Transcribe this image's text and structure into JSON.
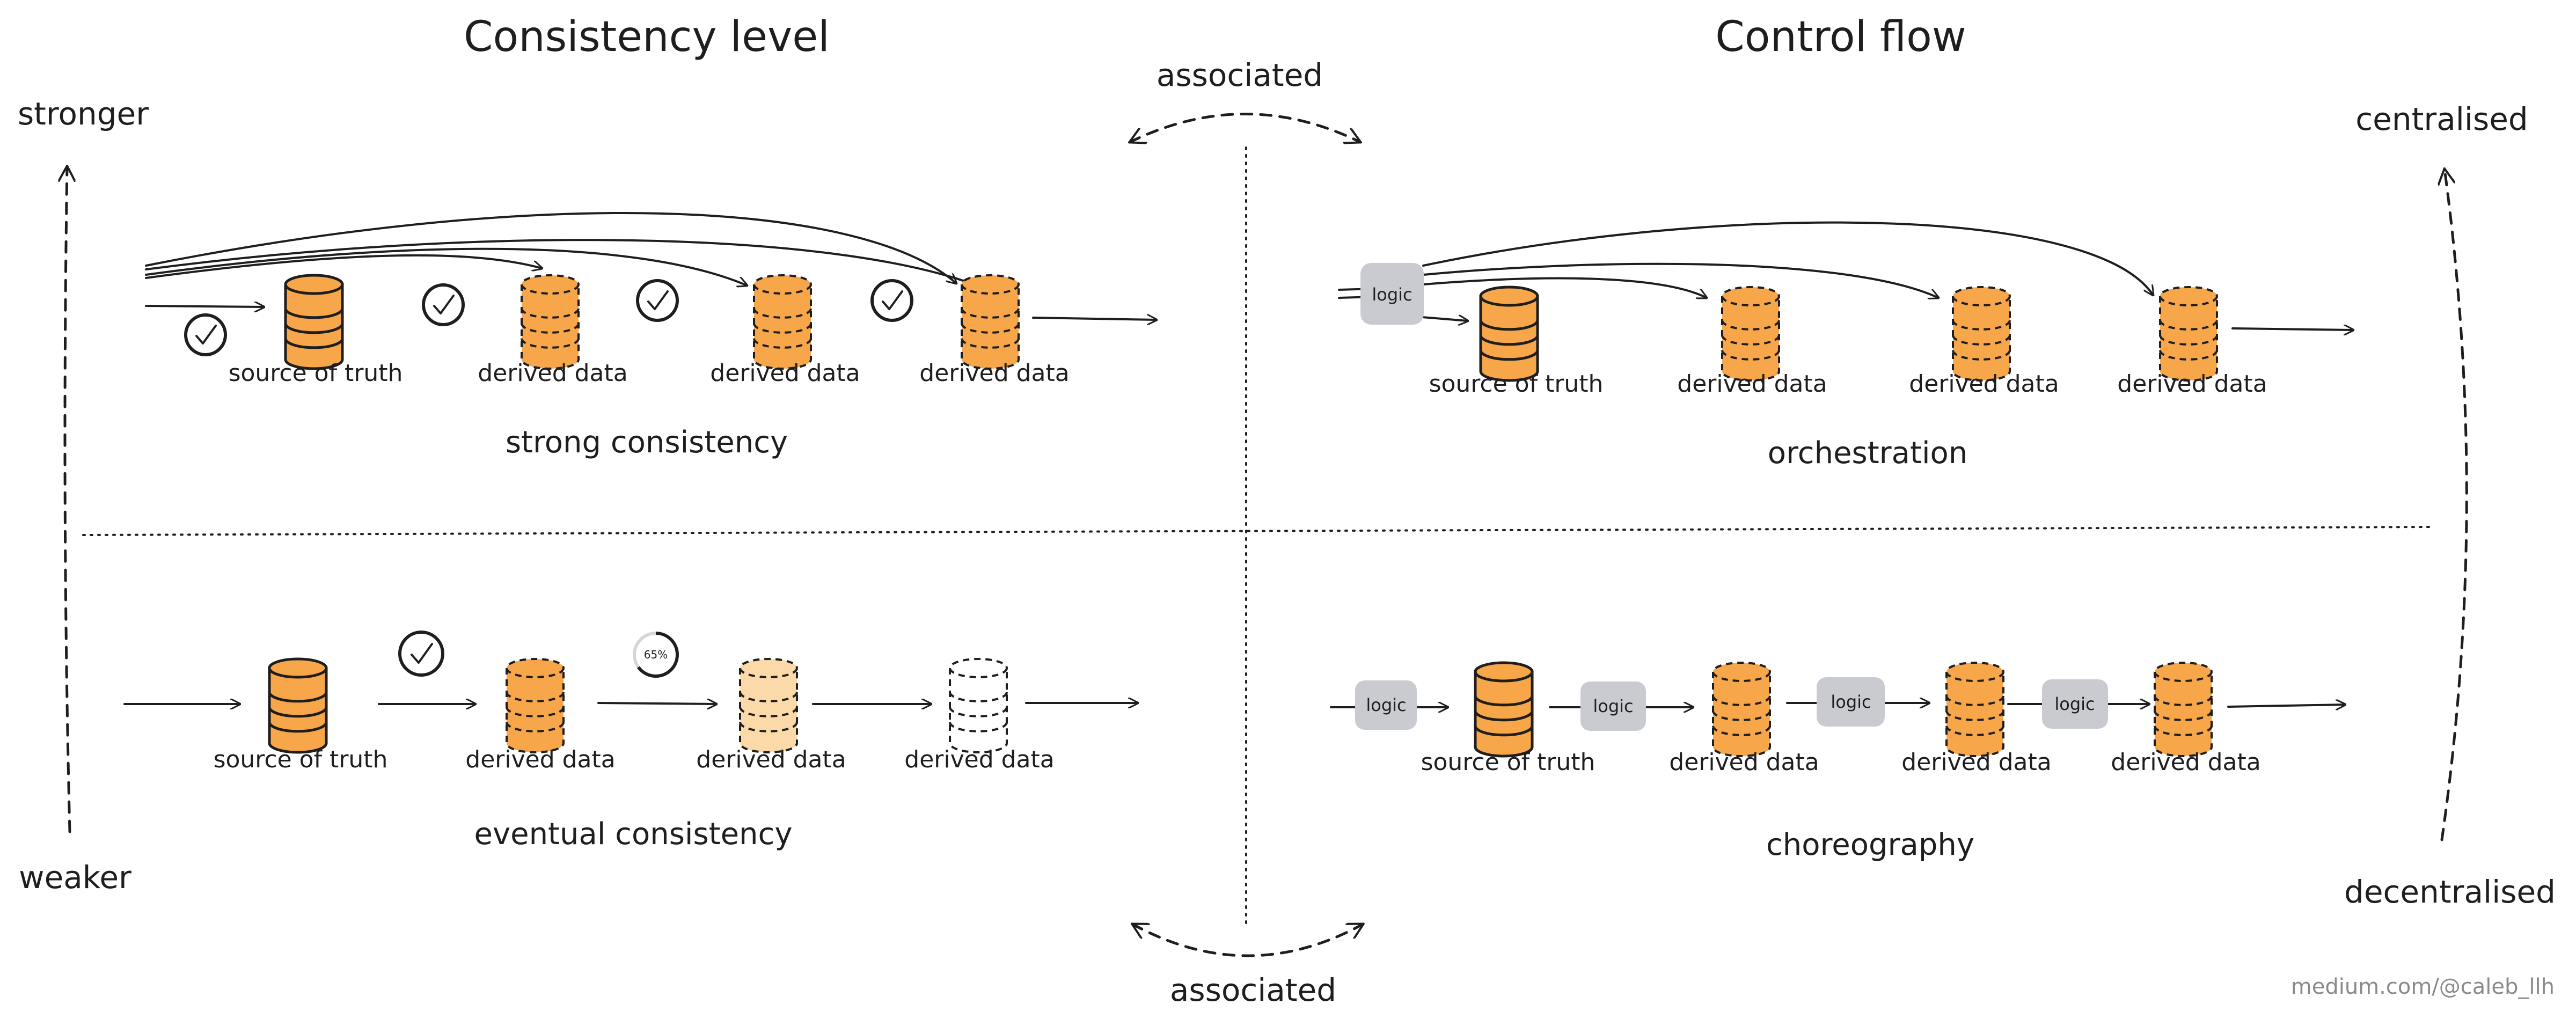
{
  "titles": {
    "left": "Consistency level",
    "right": "Control flow"
  },
  "axis_labels": {
    "stronger": "stronger",
    "weaker": "weaker",
    "centralised": "centralised",
    "decentralised": "decentralised",
    "associated_top": "associated",
    "associated_bottom": "associated"
  },
  "quadrants": {
    "strong": {
      "caption": "strong consistency",
      "nodes": [
        {
          "label": "source of truth",
          "style": "solid"
        },
        {
          "label": "derived data",
          "style": "dashed"
        },
        {
          "label": "derived data",
          "style": "dashed"
        },
        {
          "label": "derived data",
          "style": "dashed"
        }
      ]
    },
    "eventual": {
      "caption": "eventual consistency",
      "progress_label": "65%",
      "progress_value": 0.65,
      "nodes": [
        {
          "label": "source of truth",
          "style": "solid"
        },
        {
          "label": "derived data",
          "style": "dashed"
        },
        {
          "label": "derived data",
          "style": "light"
        },
        {
          "label": "derived data",
          "style": "empty"
        }
      ]
    },
    "orchestration": {
      "caption": "orchestration",
      "logic_label": "logic",
      "nodes": [
        {
          "label": "source of truth",
          "style": "solid"
        },
        {
          "label": "derived data",
          "style": "dashed"
        },
        {
          "label": "derived data",
          "style": "dashed"
        },
        {
          "label": "derived data",
          "style": "dashed"
        }
      ]
    },
    "choreography": {
      "caption": "choreography",
      "logic_labels": [
        "logic",
        "logic",
        "logic",
        "logic"
      ],
      "nodes": [
        {
          "label": "source of truth",
          "style": "solid"
        },
        {
          "label": "derived data",
          "style": "dashed"
        },
        {
          "label": "derived data",
          "style": "dashed"
        },
        {
          "label": "derived data",
          "style": "dashed"
        }
      ]
    }
  },
  "watermark": "medium.com/@caleb_llh",
  "colors": {
    "orange": "#f7a64a",
    "orange_light": "#fcd9a8",
    "logic_gray": "#c9cbd0",
    "ink": "#1e1e1e"
  }
}
